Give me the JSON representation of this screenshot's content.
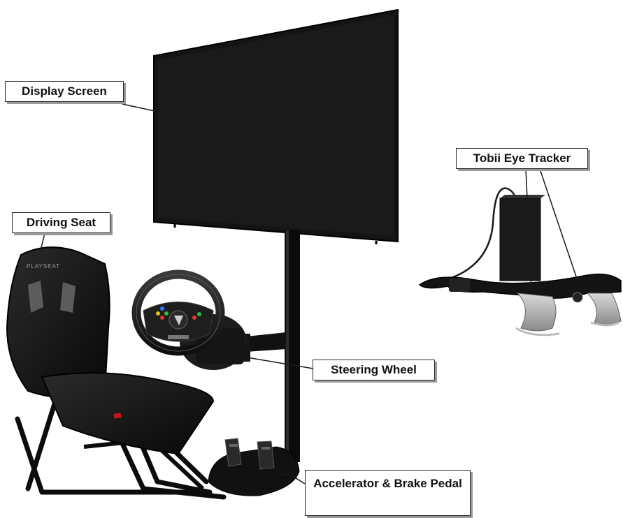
{
  "labels": {
    "display_screen": "Display Screen",
    "driving_seat": "Driving Seat",
    "steering_wheel": "Steering Wheel",
    "pedal": "Accelerator & Brake Pedal",
    "tobii": "Tobii Eye Tracker",
    "seat_brand": "PLAYSEAT"
  },
  "colors": {
    "background": "#ffffff",
    "screen": "#141414",
    "frame": "#0b0b0b",
    "label_border": "#2a2a2a",
    "label_shadow": "#9a9a9a"
  }
}
